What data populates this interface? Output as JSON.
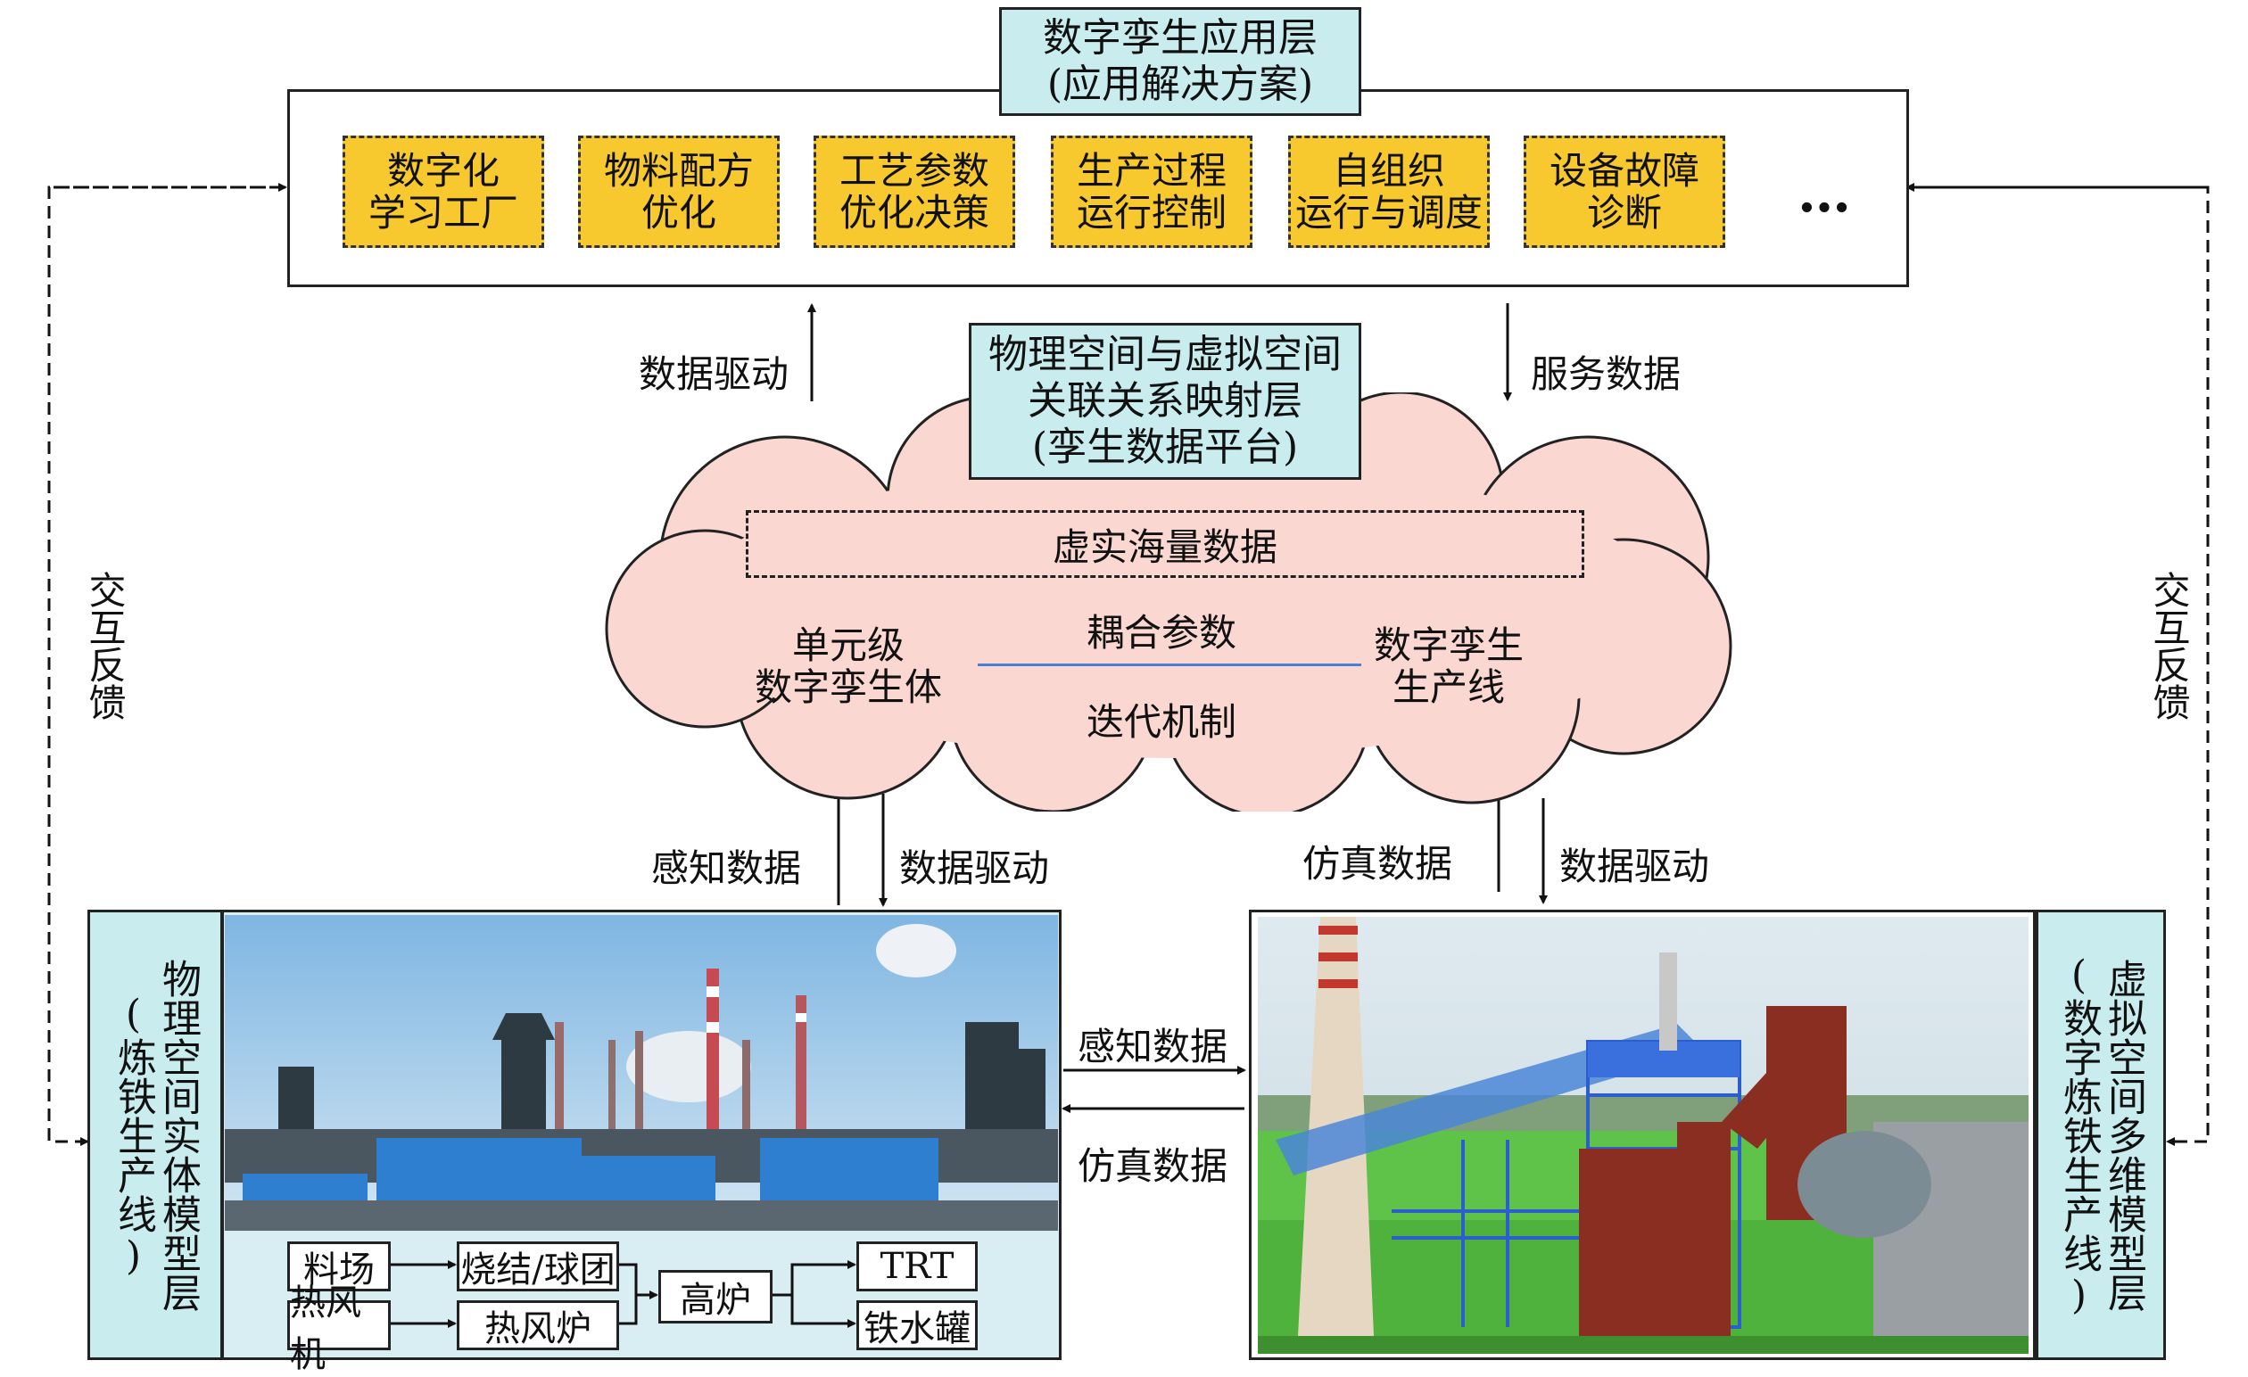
{
  "application_layer": {
    "title": "数字孪生应用层\n(应用解决方案)",
    "items": [
      "数字化\n学习工厂",
      "物料配方\n优化",
      "工艺参数\n优化决策",
      "生产过程\n运行控制",
      "自组织\n运行与调度",
      "设备故障\n诊断"
    ],
    "ellipsis": "…"
  },
  "mapping_layer": {
    "title": "物理空间与虚拟空间\n关联关系映射层\n(孪生数据平台)",
    "massive_data": "虚实海量数据",
    "unit_twin": "单元级\n数字孪生体",
    "line_twin": "数字孪生\n生产线",
    "coupling": "耦合参数",
    "iteration": "迭代机制"
  },
  "arrows": {
    "data_driven_up": "数据驱动",
    "service_data": "服务数据",
    "sensing_left": "感知数据",
    "driving_left": "数据驱动",
    "simulation_right": "仿真数据",
    "driving_right": "数据驱动",
    "sensing_mid": "感知数据",
    "simulation_mid": "仿真数据",
    "feedback_left": "交互反馈",
    "feedback_right": "交互反馈"
  },
  "physical_layer": {
    "label_main": "物理空间实体模型层",
    "label_sub": "(炼铁生产线)",
    "flow": {
      "stockyard": "料场",
      "sinter": "烧结/球团",
      "hot_stove_fan": "热风机",
      "hot_stove": "热风炉",
      "blast_furnace": "高炉",
      "trt": "TRT",
      "ladle": "铁水罐"
    }
  },
  "virtual_layer": {
    "label_main": "虚拟空间多维模型层",
    "label_sub": "(数字炼铁生产线)"
  },
  "colors": {
    "teal": "#c9ecee",
    "yellow": "#f8c92f",
    "cloud": "#fbd7d2",
    "connector": "#4a7fd6"
  }
}
